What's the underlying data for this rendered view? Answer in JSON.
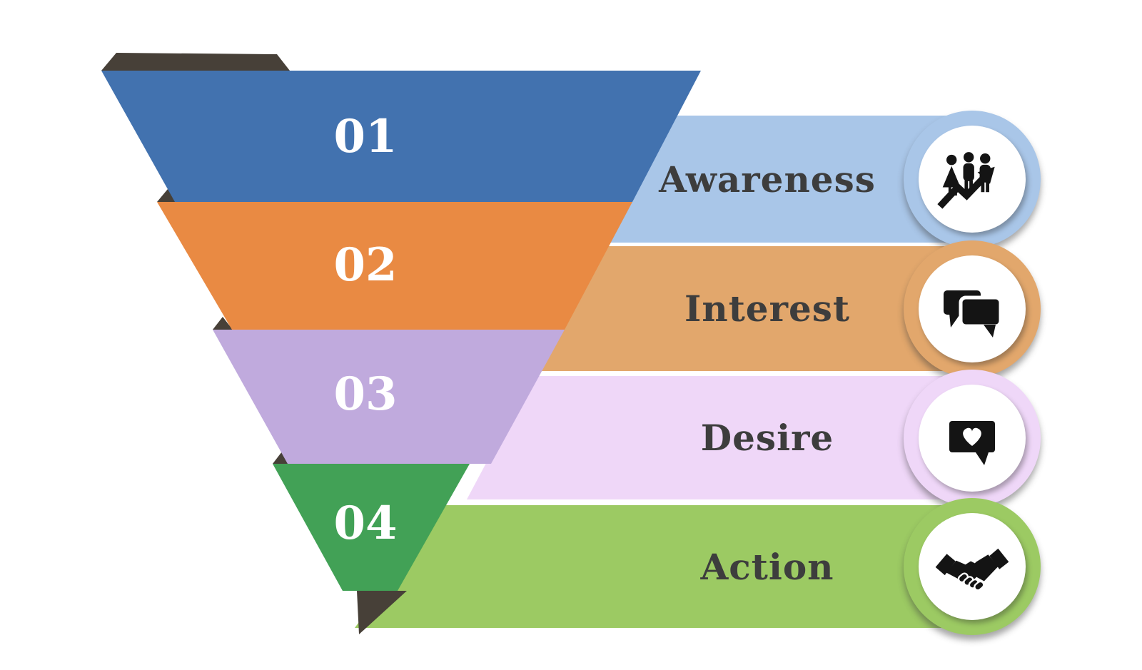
{
  "funnel": {
    "stages": [
      {
        "number": "01",
        "label": "Awareness",
        "icon": "people-growth-icon",
        "tier_color": "#4272af",
        "banner_color": "#a9c6e8"
      },
      {
        "number": "02",
        "label": "Interest",
        "icon": "chat-bubbles-icon",
        "tier_color": "#e98a43",
        "banner_color": "#e2a76c"
      },
      {
        "number": "03",
        "label": "Desire",
        "icon": "heart-message-icon",
        "tier_color": "#c0aadd",
        "banner_color": "#efd7f8"
      },
      {
        "number": "04",
        "label": "Action",
        "icon": "handshake-icon",
        "tier_color": "#42a156",
        "banner_color": "#9cca63"
      }
    ],
    "accent_dark_color": "#474038",
    "label_text_color": "#3d3d3d",
    "number_text_color": "#ffffff",
    "icon_color": "#141414",
    "disc_color": "#ffffff",
    "background_color": "#ffffff"
  }
}
